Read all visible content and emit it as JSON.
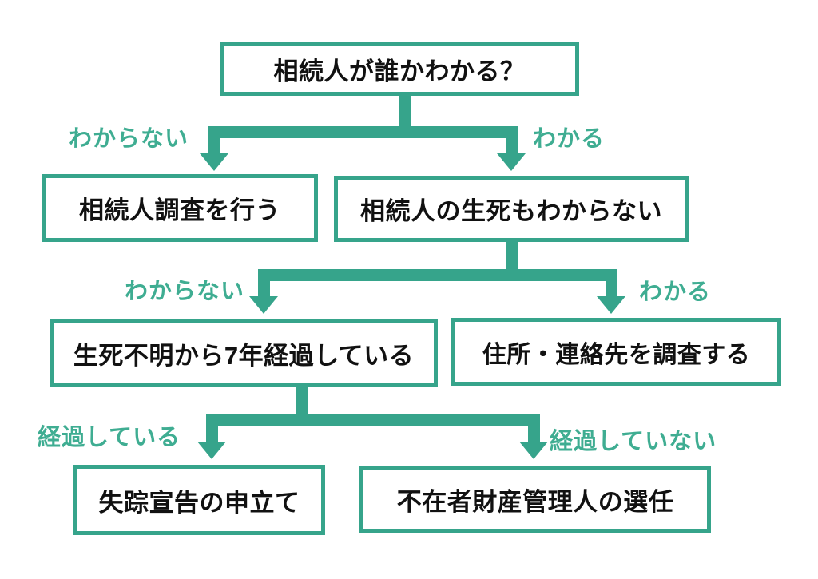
{
  "diagram": {
    "type": "flowchart",
    "language": "ja",
    "colors": {
      "accent": "#36a48b",
      "edge_label": "#3fad92",
      "box_text": "#111111",
      "background": "#ffffff"
    },
    "nodes": {
      "q_heir_known": {
        "label": "相続人が誰かわかる？"
      },
      "heir_investigation": {
        "label": "相続人調査を行う"
      },
      "q_life_death": {
        "label": "相続人の生死もわからない"
      },
      "q_seven_years": {
        "label": "生死不明から7年経過している"
      },
      "investigate_address": {
        "label": "住所・連絡先を調査する"
      },
      "missing_declaration": {
        "label": "失踪宣告の申立て"
      },
      "absentee_manager": {
        "label": "不在者財産管理人の選任"
      }
    },
    "edge_labels": {
      "level1_left": "わからない",
      "level1_right": "わかる",
      "level2_left": "わからない",
      "level2_right": "わかる",
      "level3_left": "経過している",
      "level3_right": "経過していない"
    }
  }
}
